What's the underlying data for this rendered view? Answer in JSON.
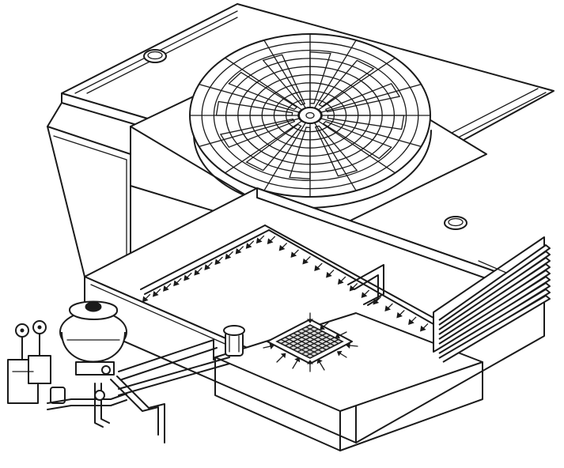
{
  "figure": {
    "description_visible": "",
    "fan": {
      "blade_count": 12,
      "guard_rings": 9
    },
    "spray_arrows": {
      "left_header": 12,
      "right_header": 14
    },
    "louvers": 9,
    "suction_arrows": 10
  }
}
